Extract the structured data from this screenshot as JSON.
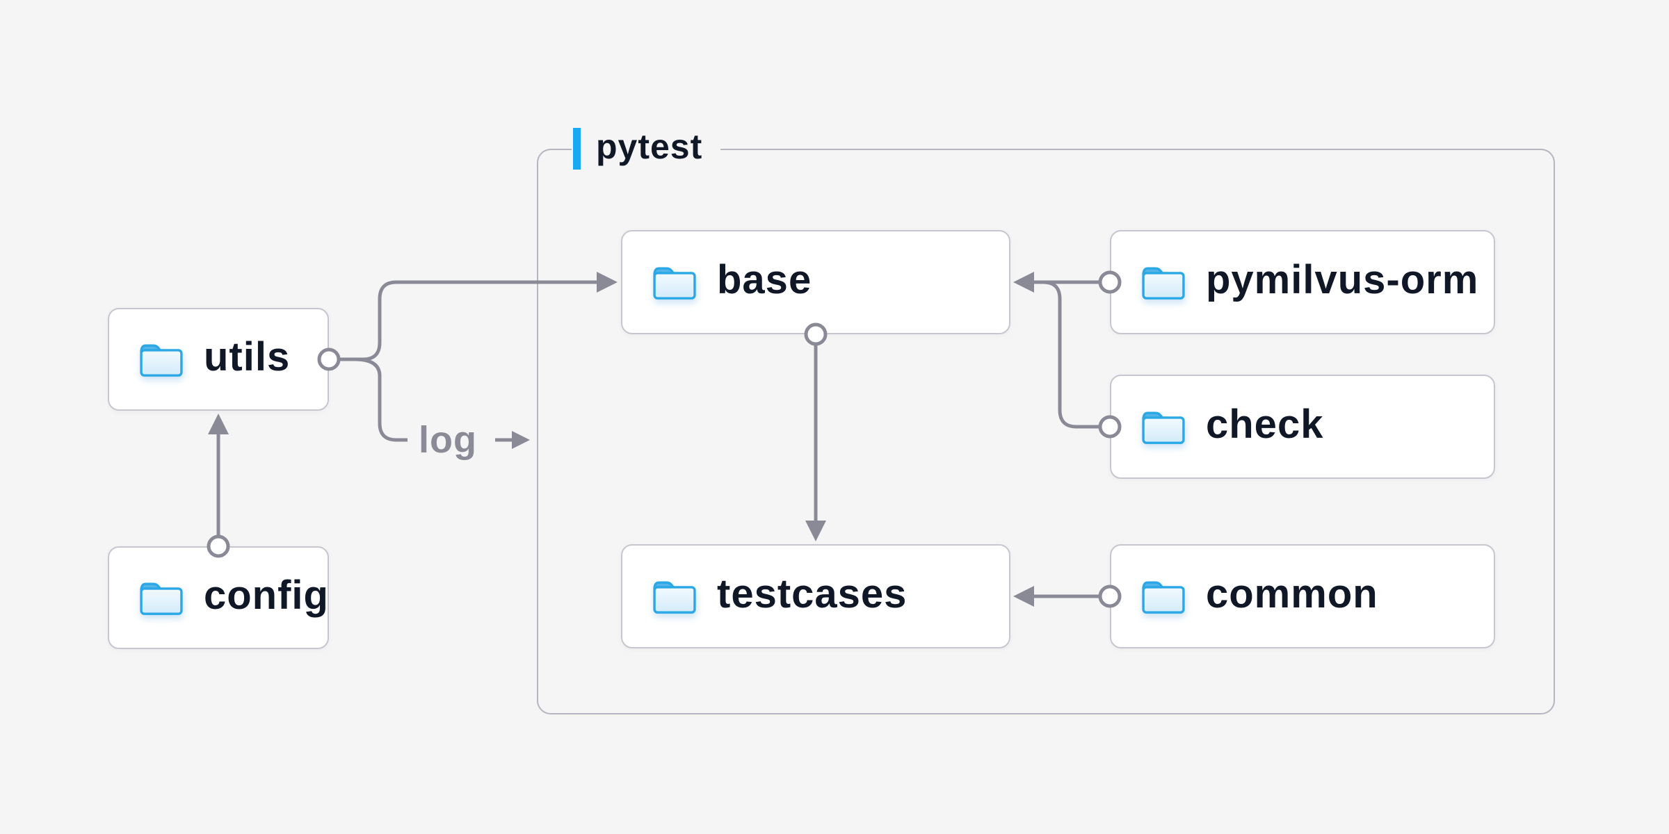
{
  "diagram": {
    "container": {
      "title": "pytest",
      "accent_color": "#18a9f1"
    },
    "nodes": {
      "utils": {
        "label": "utils",
        "icon": "folder"
      },
      "config": {
        "label": "config",
        "icon": "folder"
      },
      "base": {
        "label": "base",
        "icon": "folder"
      },
      "testcases": {
        "label": "testcases",
        "icon": "folder"
      },
      "pymilvus_orm": {
        "label": "pymilvus-orm",
        "icon": "folder"
      },
      "check": {
        "label": "check",
        "icon": "folder"
      },
      "common": {
        "label": "common",
        "icon": "folder"
      }
    },
    "edges": [
      {
        "from": "config",
        "to": "utils"
      },
      {
        "from": "utils",
        "to": "base"
      },
      {
        "from": "utils",
        "to": "pytest",
        "label": "log"
      },
      {
        "from": "base",
        "to": "testcases"
      },
      {
        "from": "pymilvus-orm",
        "to": "base"
      },
      {
        "from": "check",
        "to": "base"
      },
      {
        "from": "common",
        "to": "testcases"
      }
    ],
    "colors": {
      "background": "#f5f5f6",
      "node_fill": "#ffffff",
      "node_border": "#c6c6cf",
      "container_border": "#b5b5c0",
      "text": "#101828",
      "connector": "#8a8a96",
      "accent_blue": "#18a9f1",
      "edge_label_color": "#8b8b97",
      "folder_stroke": "#2aa7e6",
      "folder_tab": "#55b5e9",
      "folder_fill_top": "#f2fafe",
      "folder_fill_bottom": "#d3ebf9"
    }
  }
}
